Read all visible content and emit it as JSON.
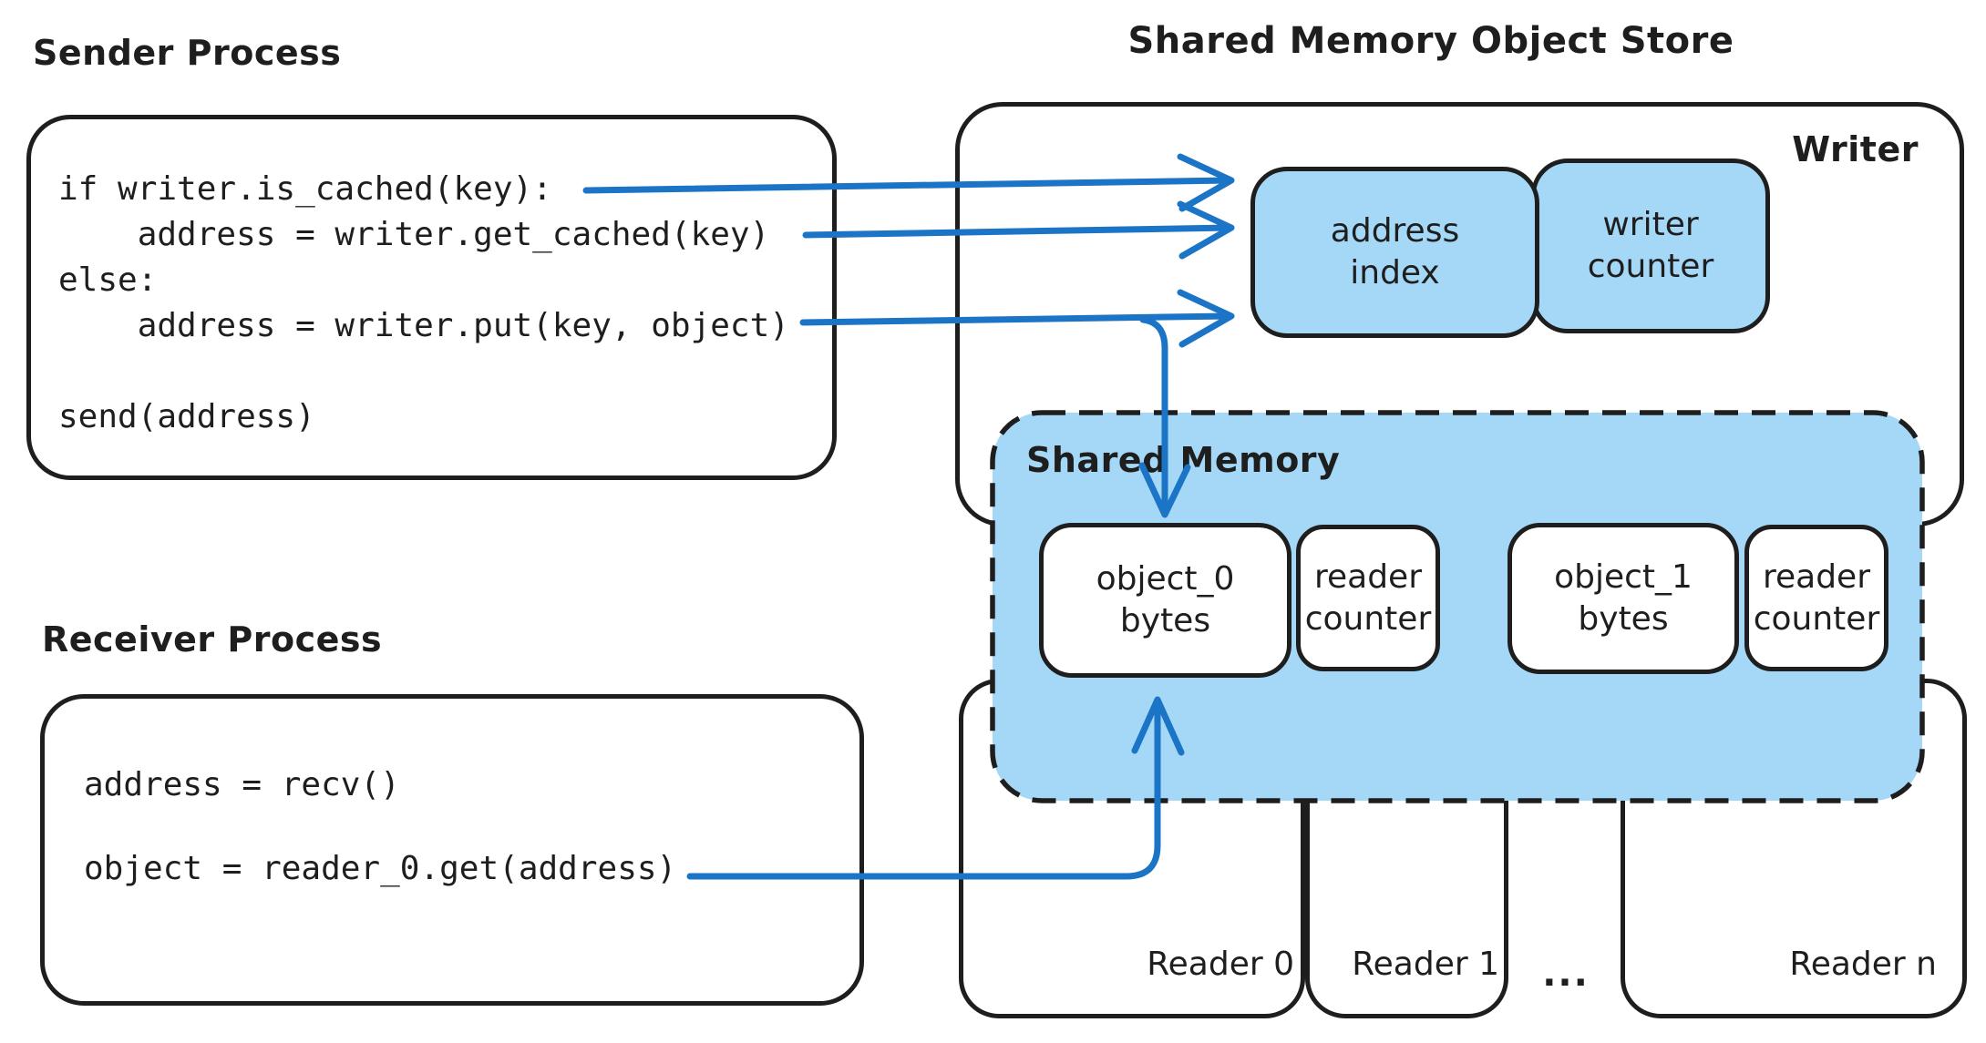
{
  "theme": {
    "ink": "#1e1e1e",
    "arrow_blue": "#1b74c5",
    "fill_blue": "#a5d8f7",
    "background": "#ffffff"
  },
  "sender": {
    "label": "Sender Process",
    "code": "if writer.is_cached(key):\n    address = writer.get_cached(key)\nelse:\n    address = writer.put(key, object)\n\nsend(address)"
  },
  "receiver": {
    "label": "Receiver Process",
    "code": "address = recv()\n\nobject = reader_0.get(address)"
  },
  "store": {
    "title": "Shared Memory Object Store",
    "writer_label": "Writer",
    "address_index": "address\nindex",
    "writer_counter": "writer\ncounter"
  },
  "shared_memory": {
    "label": "Shared Memory",
    "object0": "object_0\nbytes",
    "reader_counter0": "reader\ncounter",
    "object1": "object_1\nbytes",
    "reader_counter1": "reader\ncounter"
  },
  "readers": {
    "reader0": "Reader 0",
    "reader1": "Reader 1",
    "ellipsis": "...",
    "readern": "Reader n"
  }
}
